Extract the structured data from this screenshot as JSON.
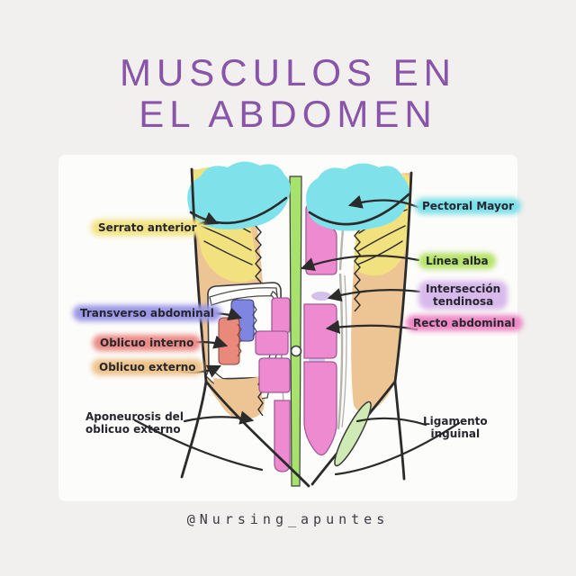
{
  "page": {
    "background": "#f1f0ee",
    "card_background": "#fcfcfa"
  },
  "title": {
    "line1": "MUSCULOS EN",
    "line2": "EL ABDOMEN",
    "color": "#8a54a8"
  },
  "footer": {
    "handle": "@Nursing_apuntes",
    "color": "#3b3b45"
  },
  "labels": {
    "serrato": "Serrato anterior",
    "transverso": "Transverso abdominal",
    "oblicuo_interno": "Oblicuo interno",
    "oblicuo_externo": "Oblicuo externo",
    "aponeurosis_l1": "Aponeurosis del",
    "aponeurosis_l2": "oblicuo externo",
    "pectoral": "Pectoral Mayor",
    "linea_alba": "Línea alba",
    "interseccion_l1": "Intersección",
    "interseccion_l2": "tendinosa",
    "recto": "Recto abdominal",
    "ligamento_l1": "Ligamento",
    "ligamento_l2": "inguinal"
  },
  "colors": {
    "label_text": "#26262e",
    "outline": "#2b2b2b",
    "highlight_yellow": "#f2e382",
    "highlight_periwinkle": "#9b97e6",
    "highlight_salmon": "#ec8b85",
    "highlight_orange": "#eec189",
    "highlight_cyan": "#7cdfe9",
    "highlight_green": "#b6e36a",
    "highlight_lavender": "#d8b9eb",
    "highlight_pink": "#ee87c5",
    "muscle_pink": "#ee8ad0",
    "muscle_pink_stroke": "#a05c98",
    "muscle_cyan": "#7fe2ea",
    "muscle_yellow": "#f2e27f",
    "muscle_tan": "#edc493",
    "muscle_blue": "#7f86e2",
    "muscle_salmon": "#e8897b",
    "linea_green": "#a7e36c",
    "leaf_green": "#cfeab5",
    "sheath_gray": "#b5b5b0",
    "tendon_lavender": "#cdb5e8",
    "white_flap": "#fdfdfb"
  }
}
